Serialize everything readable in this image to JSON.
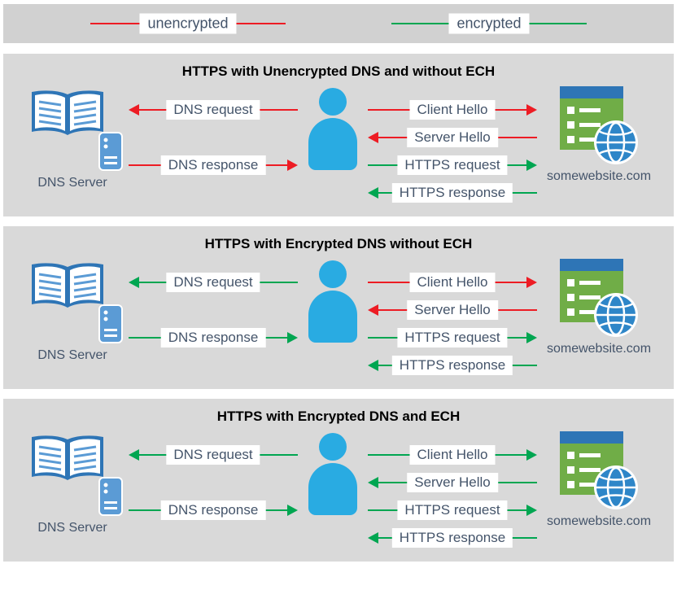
{
  "legend": {
    "items": [
      {
        "label": "unencrypted",
        "color": "#ed1c24"
      },
      {
        "label": "encrypted",
        "color": "#00a651"
      }
    ]
  },
  "labels": {
    "dns_request": "DNS request",
    "dns_response": "DNS response",
    "client_hello": "Client Hello",
    "server_hello": "Server Hello",
    "https_request": "HTTPS request",
    "https_response": "HTTPS response",
    "dns_server": "DNS Server",
    "website": "somewebsite.com"
  },
  "colors": {
    "unencrypted": "#ed1c24",
    "encrypted": "#00a651",
    "panel_background": "#d9d9d9",
    "label_text": "#44546a",
    "person_blue": "#29abe2",
    "site_green": "#70ad47",
    "icon_blue": "#2e75b6"
  },
  "panels": [
    {
      "title": "HTTPS with Unencrypted DNS and without ECH",
      "arrow_colors": {
        "dns_request": "#ed1c24",
        "dns_response": "#ed1c24",
        "client_hello": "#ed1c24",
        "server_hello": "#ed1c24",
        "https_request": "#00a651",
        "https_response": "#00a651"
      }
    },
    {
      "title": "HTTPS with Encrypted DNS without ECH",
      "arrow_colors": {
        "dns_request": "#00a651",
        "dns_response": "#00a651",
        "client_hello": "#ed1c24",
        "server_hello": "#ed1c24",
        "https_request": "#00a651",
        "https_response": "#00a651"
      }
    },
    {
      "title": "HTTPS with Encrypted DNS and ECH",
      "arrow_colors": {
        "dns_request": "#00a651",
        "dns_response": "#00a651",
        "client_hello": "#00a651",
        "server_hello": "#00a651",
        "https_request": "#00a651",
        "https_response": "#00a651"
      }
    }
  ]
}
